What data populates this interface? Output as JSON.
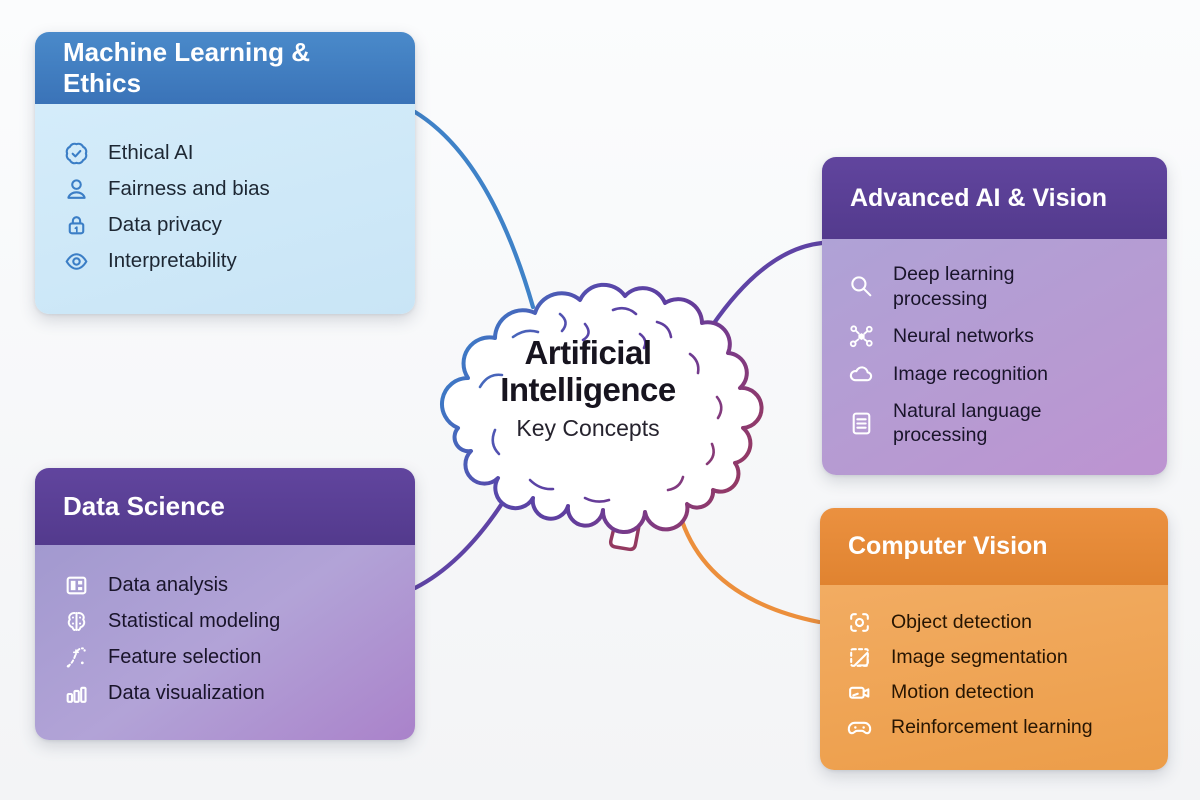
{
  "center": {
    "title": "Artificial Intelligence",
    "subtitle": "Key Concepts"
  },
  "cards": [
    {
      "id": "machine-learning-ethics",
      "title": "Machine Learning & Ethics",
      "header_color": "#3f7cc0",
      "body_color": "#cfe9f8",
      "icon_color": "#3b7ec6",
      "items": [
        {
          "icon": "badge-check-icon",
          "label": "Ethical AI"
        },
        {
          "icon": "person-icon",
          "label": "Fairness and bias"
        },
        {
          "icon": "lock-icon",
          "label": "Data privacy"
        },
        {
          "icon": "eye-icon",
          "label": "Interpretability"
        }
      ]
    },
    {
      "id": "advanced-ai-vision",
      "title": "Advanced AI & Vision",
      "header_color": "#5b4096",
      "body_color": "#b59cd3",
      "icon_color": "#ffffff",
      "items": [
        {
          "icon": "magnifier-icon",
          "label": "Deep learning processing"
        },
        {
          "icon": "neural-network-icon",
          "label": "Neural networks"
        },
        {
          "icon": "cloud-icon",
          "label": "Image recognition"
        },
        {
          "icon": "document-icon",
          "label": "Natural language processing"
        }
      ]
    },
    {
      "id": "data-science",
      "title": "Data Science",
      "header_color": "#5b4096",
      "body_color": "#aa90cd",
      "icon_color": "#ffffff",
      "items": [
        {
          "icon": "dashboard-icon",
          "label": "Data analysis"
        },
        {
          "icon": "brain-stats-icon",
          "label": "Statistical modeling"
        },
        {
          "icon": "feature-path-icon",
          "label": "Feature selection"
        },
        {
          "icon": "bar-chart-icon",
          "label": "Data visualization"
        }
      ]
    },
    {
      "id": "computer-vision",
      "title": "Computer Vision",
      "header_color": "#e5893a",
      "body_color": "#efa455",
      "icon_color": "#ffffff",
      "items": [
        {
          "icon": "object-detection-icon",
          "label": "Object detection"
        },
        {
          "icon": "segmentation-icon",
          "label": "Image segmentation"
        },
        {
          "icon": "video-camera-icon",
          "label": "Motion detection"
        },
        {
          "icon": "game-controller-icon",
          "label": "Reinforcement learning"
        }
      ]
    }
  ],
  "connectors": [
    {
      "from": "machine-learning-ethics",
      "to": "center",
      "color": "#3f82c8"
    },
    {
      "from": "advanced-ai-vision",
      "to": "center",
      "color": "#5f43a5"
    },
    {
      "from": "data-science",
      "to": "center",
      "color": "#5f43a5"
    },
    {
      "from": "computer-vision",
      "to": "center",
      "color": "#ec8f3c"
    }
  ],
  "brain_colors": {
    "left": "#3a7fc9",
    "middle": "#5f3d9e",
    "right": "#97395f"
  }
}
